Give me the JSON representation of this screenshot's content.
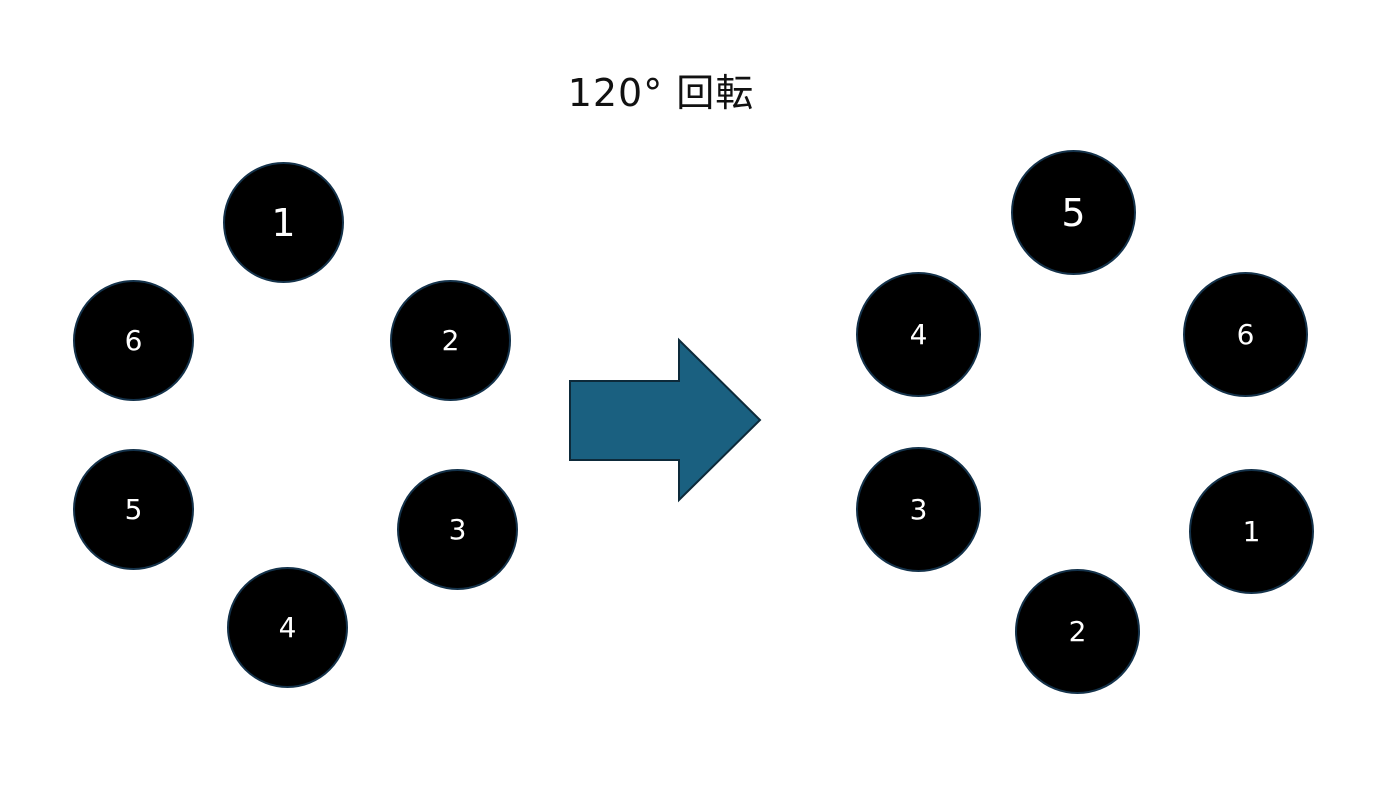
{
  "title": "120°  回転",
  "arrow_color": "#1a6080",
  "arrow_stroke": "#0d2a3a",
  "circle_fill": "#000000",
  "circle_stroke": "#14324a",
  "before": {
    "nodes": [
      {
        "label": "1"
      },
      {
        "label": "2"
      },
      {
        "label": "3"
      },
      {
        "label": "4"
      },
      {
        "label": "5"
      },
      {
        "label": "6"
      }
    ]
  },
  "after": {
    "nodes": [
      {
        "label": "5"
      },
      {
        "label": "6"
      },
      {
        "label": "1"
      },
      {
        "label": "2"
      },
      {
        "label": "3"
      },
      {
        "label": "4"
      }
    ]
  }
}
